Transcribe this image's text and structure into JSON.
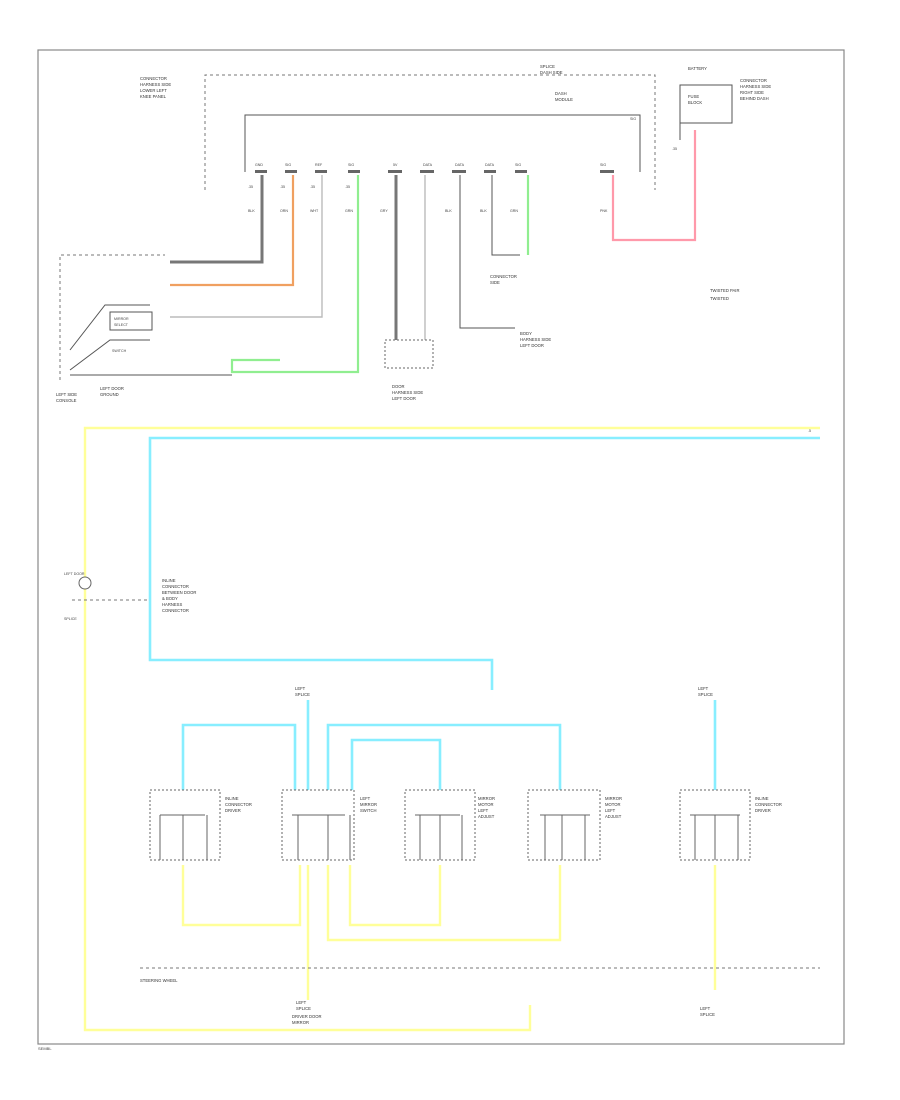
{
  "diagram": {
    "legend": [
      "TWISTED PAIR",
      "TWISTED"
    ],
    "footer": "SEMBL",
    "labels": {
      "tl_connector": [
        "CONNECTOR",
        "HARNESS SIDE",
        "LOWER LEFT",
        "KNEE PANEL"
      ],
      "top_splice": [
        "SPLICE",
        "DASH SIDE"
      ],
      "module": [
        "DASH",
        "MODULE"
      ],
      "top_right_fuse": [
        "BATTERY",
        "FUSE",
        "BLOCK"
      ],
      "tr_connector": [
        "CONNECTOR",
        "HARNESS SIDE",
        "RIGHT SIDE",
        "BEHIND DASH"
      ],
      "pin_labels": [
        "GND",
        "SIG",
        "REF",
        "SIG",
        "5V",
        "DATA",
        "DATA",
        "DATA",
        "SIG",
        "SIG",
        "SIG"
      ],
      "switch_mirror": [
        "MIRROR",
        "SELECT"
      ],
      "switch_bottom": [
        "SWITCH"
      ],
      "switch_assembly": [
        "LEFT SIDE",
        "CONSOLE"
      ],
      "left_ground_1": [
        "LEFT DOOR",
        "GROUND"
      ],
      "ground_node": [
        "LEFT DOOR",
        "SPLICE"
      ],
      "center_conn": [
        "DOOR",
        "HARNESS SIDE",
        "LEFT DOOR"
      ],
      "right_conn": [
        "BODY",
        "HARNESS SIDE",
        "LEFT DOOR"
      ],
      "center_note": [
        "CONNECTOR",
        "SIDE"
      ],
      "mid_left": [
        "INLINE",
        "CONNECTOR",
        "BETWEEN DOOR",
        "& BODY",
        "HARNESS",
        "CONNECTOR"
      ],
      "top_left_bottom": [
        "DRIVER DOOR",
        "MIRROR"
      ],
      "bottom_left_top": [
        "LEFT",
        "SPLICE"
      ],
      "bottom_right_top": [
        "LEFT",
        "SPLICE"
      ],
      "bottom_left_bottom": [
        "LEFT",
        "SPLICE"
      ],
      "bottom_right_bottom": [
        "LEFT",
        "SPLICE"
      ],
      "bottom_label": "STEERING WHEEL",
      "components": [
        [
          "INLINE",
          "CONNECTOR",
          "DRIVER"
        ],
        [
          "LEFT",
          "MIRROR",
          "SWITCH"
        ],
        [
          "MIRROR",
          "MOTOR",
          "LEFT",
          "ADJUST"
        ],
        [
          "MIRROR",
          "MOTOR",
          "LEFT",
          "ADJUST"
        ],
        [
          "INLINE",
          "CONNECTOR",
          "DRIVER"
        ]
      ]
    }
  }
}
